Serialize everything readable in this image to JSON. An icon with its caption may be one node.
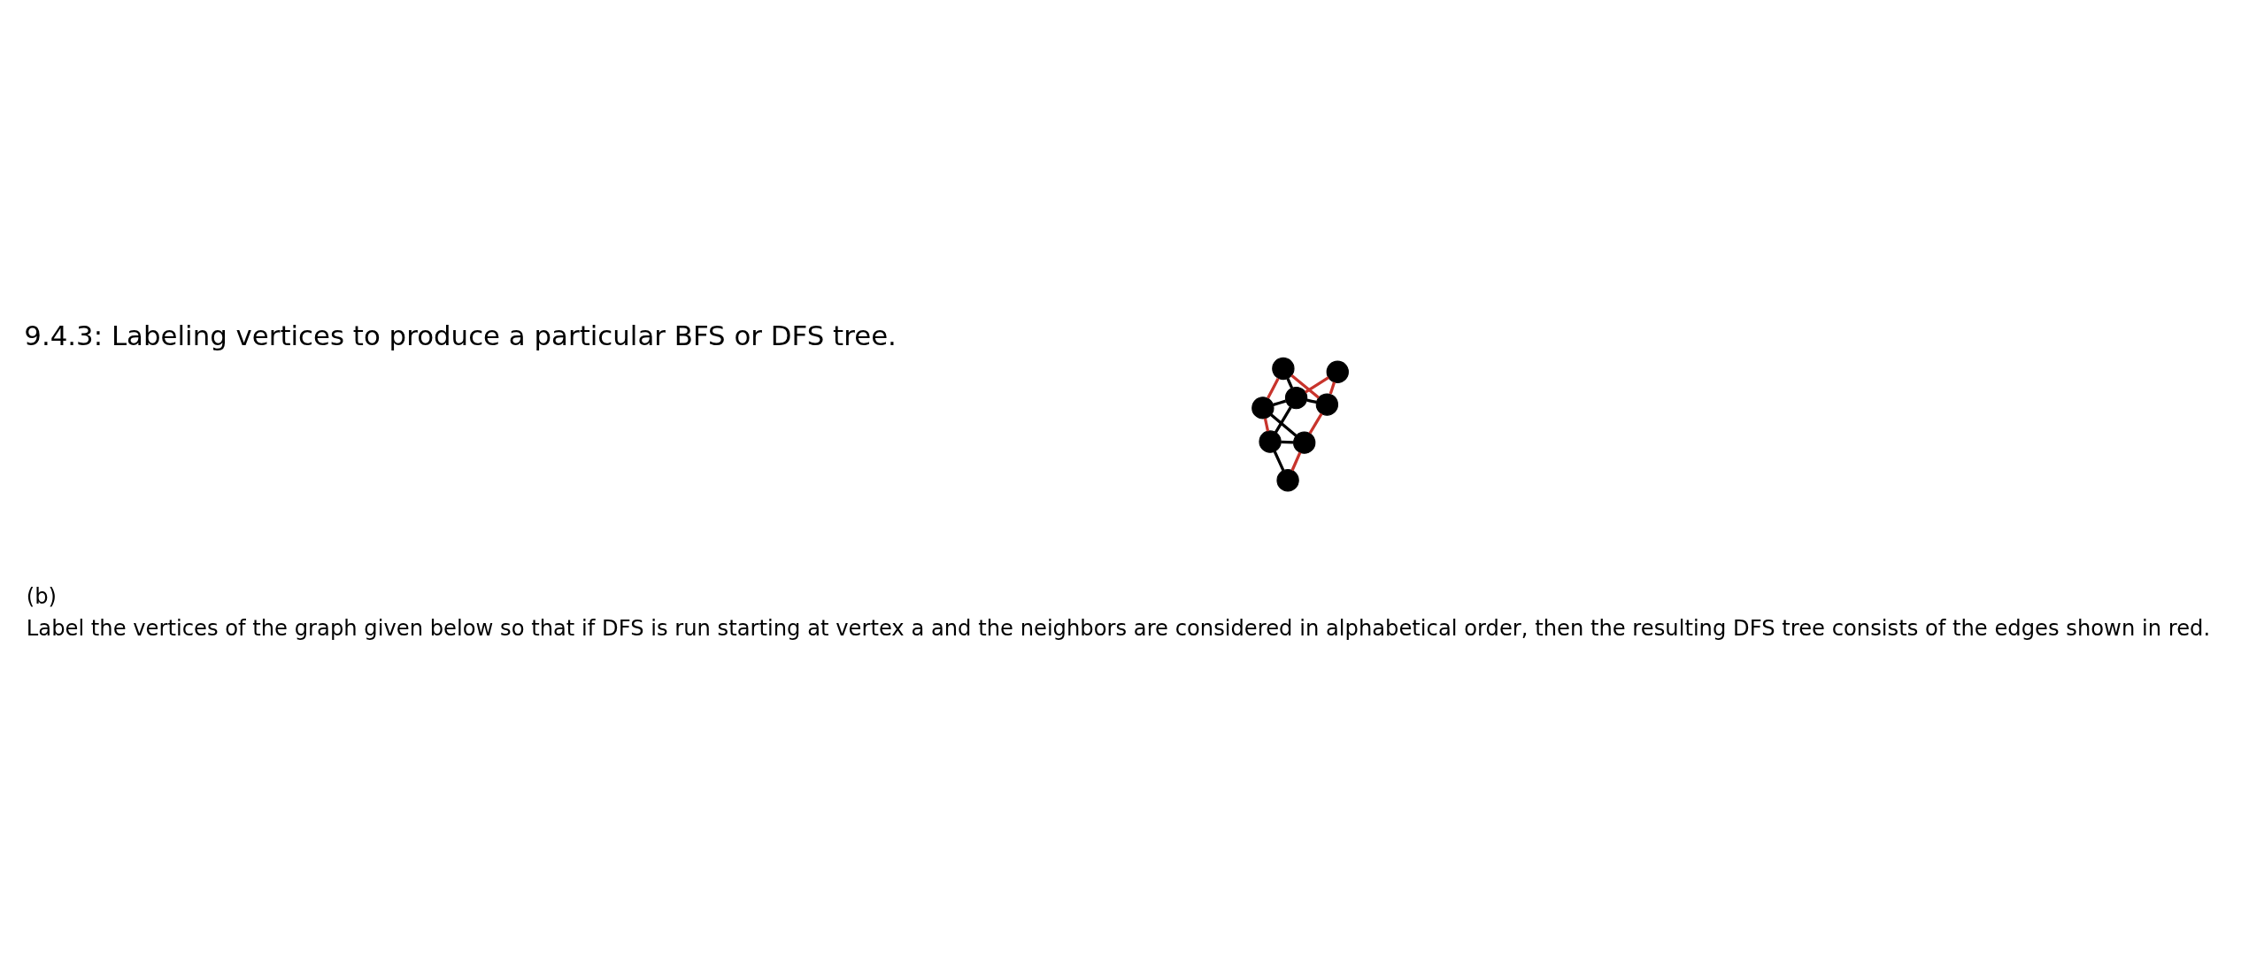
{
  "diagram": {
    "title": "9.4.3: Labeling vertices to produce a particular BFS or DFS tree.",
    "nodes": [
      {
        "text": [],
        "shape": "circle"
      },
      {
        "text": [],
        "shape": "circle"
      },
      {
        "text": [],
        "shape": "circle"
      },
      {
        "text": [],
        "shape": "circle"
      },
      {
        "text": [],
        "shape": "circle"
      },
      {
        "text": [],
        "shape": "circle"
      },
      {
        "text": [],
        "shape": "circle"
      },
      {
        "text": [],
        "shape": "circle"
      }
    ],
    "edges": [
      {
        "from": 0,
        "to": 1,
        "arrow": "none",
        "color": "#c8342c"
      },
      {
        "from": 0,
        "to": 2,
        "arrow": "none",
        "color": "#000000"
      },
      {
        "from": 0,
        "to": 3,
        "arrow": "none",
        "color": "#000000"
      },
      {
        "from": 0,
        "to": 4,
        "arrow": "none",
        "color": "#000000"
      },
      {
        "from": 0,
        "to": 5,
        "arrow": "none",
        "color": "#000000"
      },
      {
        "from": 1,
        "to": 2,
        "arrow": "none",
        "color": "#c8342c"
      },
      {
        "from": 2,
        "to": 3,
        "arrow": "none",
        "color": "#c8342c"
      },
      {
        "from": 3,
        "to": 4,
        "arrow": "none",
        "color": "#c8342c"
      },
      {
        "from": 4,
        "to": 5,
        "arrow": "none",
        "color": "#c8342c"
      },
      {
        "from": 4,
        "to": 6,
        "arrow": "none",
        "color": "#000000"
      },
      {
        "from": 5,
        "to": 6,
        "arrow": "none",
        "color": "#000000"
      },
      {
        "from": 5,
        "to": 7,
        "arrow": "none",
        "color": "#000000"
      },
      {
        "from": 2,
        "to": 6,
        "arrow": "none",
        "color": "#c8342c"
      },
      {
        "from": 6,
        "to": 7,
        "arrow": "none",
        "color": "#c8342c"
      }
    ],
    "labels": [
      "(b)",
      "Label the vertices of the graph given below so that if DFS is run starting at vertex a and the neighbors are considered in alphabetical order, then the resulting DFS tree consists of the edges shown in red."
    ]
  }
}
